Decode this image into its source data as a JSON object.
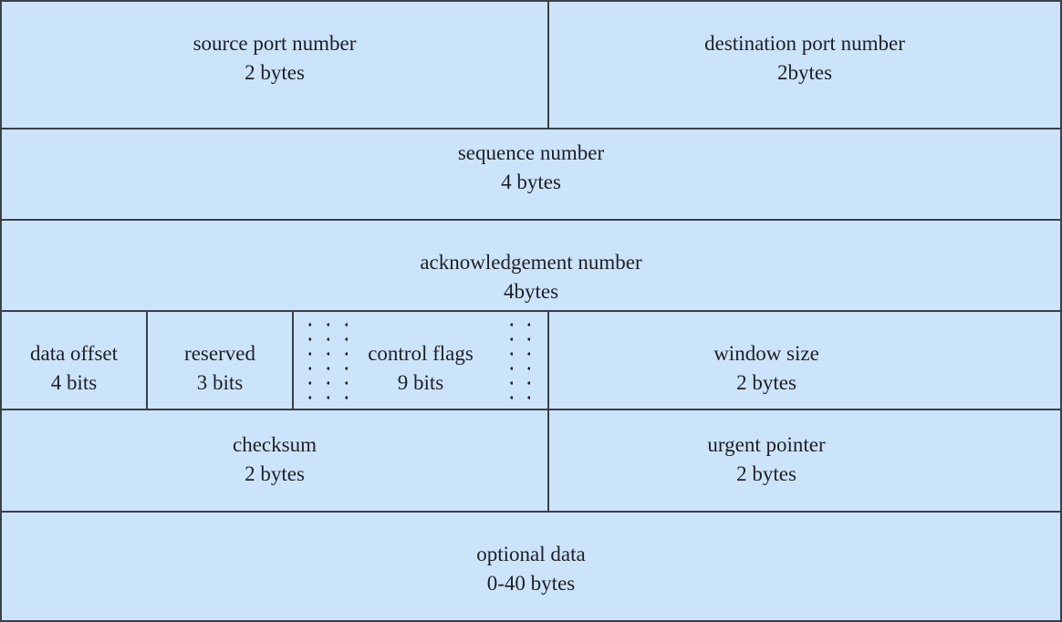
{
  "fields": {
    "source_port": {
      "name": "source port number",
      "size": "2 bytes"
    },
    "destination_port": {
      "name": "destination port number",
      "size": "2bytes"
    },
    "sequence_number": {
      "name": "sequence number",
      "size": "4 bytes"
    },
    "acknowledgement_number": {
      "name": "acknowledgement number",
      "size": "4bytes"
    },
    "data_offset": {
      "name": "data offset",
      "size": "4 bits"
    },
    "reserved": {
      "name": "reserved",
      "size": "3 bits"
    },
    "control_flags": {
      "name": "control flags",
      "size": "9 bits"
    },
    "window_size": {
      "name": "window size",
      "size": "2 bytes"
    },
    "checksum": {
      "name": "checksum",
      "size": "2 bytes"
    },
    "urgent_pointer": {
      "name": "urgent pointer",
      "size": "2 bytes"
    },
    "optional_data": {
      "name": "optional data",
      "size": "0-40 bytes"
    }
  },
  "colors": {
    "fill": "#cce4f9",
    "border": "#3a3f4a",
    "text": "#1d1f26"
  }
}
